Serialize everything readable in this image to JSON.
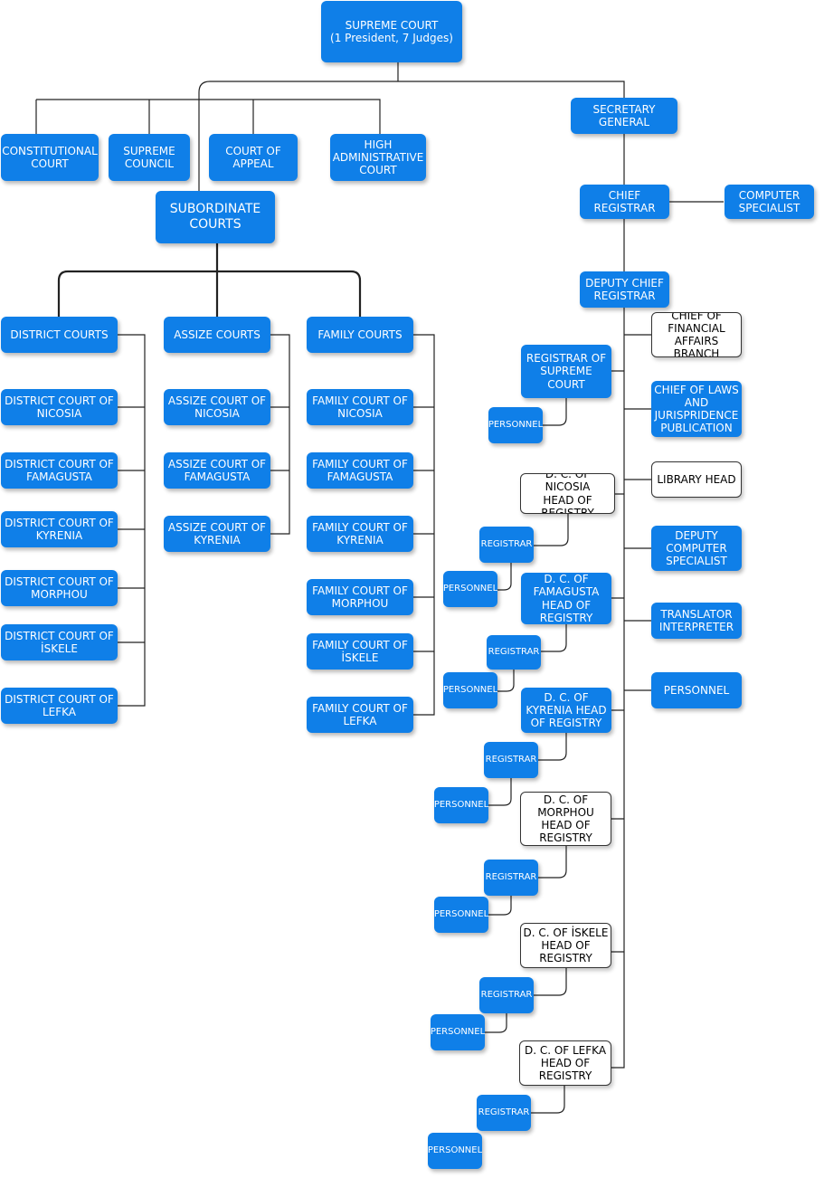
{
  "top": {
    "supreme_court": "SUPREME COURT\n(1 President, 7 Judges)",
    "constitutional_court": "CONSTITUTIONAL\nCOURT",
    "supreme_council": "SUPREME\nCOUNCIL",
    "court_of_appeal": "COURT OF\nAPPEAL",
    "high_administrative_court": "HIGH\nADMINISTRATIVE\nCOURT",
    "subordinate_courts": "SUBORDINATE\nCOURTS"
  },
  "district": {
    "header": "DISTRICT COURTS",
    "items": [
      "DISTRICT COURT OF\nNICOSIA",
      "DISTRICT COURT OF\nFAMAGUSTA",
      "DISTRICT COURT OF\nKYRENIA",
      "DISTRICT COURT OF\nMORPHOU",
      "DISTRICT COURT OF\nİSKELE",
      "DISTRICT COURT OF\nLEFKA"
    ]
  },
  "assize": {
    "header": "ASSIZE COURTS",
    "items": [
      "ASSIZE COURT OF\nNICOSIA",
      "ASSIZE COURT OF\nFAMAGUSTA",
      "ASSIZE COURT OF\nKYRENIA"
    ]
  },
  "family": {
    "header": "FAMILY COURTS",
    "items": [
      "FAMILY COURT OF\nNICOSIA",
      "FAMILY COURT OF\nFAMAGUSTA",
      "FAMILY COURT OF\nKYRENIA",
      "FAMILY COURT OF\nMORPHOU",
      "FAMILY COURT OF\nİSKELE",
      "FAMILY COURT OF\nLEFKA"
    ]
  },
  "admin": {
    "secretary_general": "SECRETARY\nGENERAL",
    "chief_registrar": "CHIEF\nREGISTRAR",
    "computer_specialist": "COMPUTER\nSPECIALIST",
    "deputy_chief_registrar": "DEPUTY CHIEF\nREGISTRAR",
    "right": [
      "CHIEF OF\nFINANCIAL\nAFFAIRS BRANCH",
      "CHIEF OF LAWS\nAND\nJURISPRIDENCE\nPUBLICATION",
      "LIBRARY HEAD",
      "DEPUTY\nCOMPUTER\nSPECIALIST",
      "TRANSLATOR\nINTERPRETER",
      "PERSONNEL"
    ],
    "registrar_of_supreme_court": "REGISTRAR OF\nSUPREME COURT",
    "personnel_label": "PERSONNEL",
    "registrar_label": "REGISTRAR",
    "registries": [
      "D. C. OF NICOSIA\nHEAD OF\nREGISTRY",
      "D. C. OF\nFAMAGUSTA\nHEAD OF\nREGISTRY",
      "D. C. OF\nKYRENIA HEAD\nOF REGISTRY",
      "D. C. OF\nMORPHOU\nHEAD OF\nREGISTRY",
      "D. C. OF İSKELE\nHEAD OF\nREGISTRY",
      "D. C. OF LEFKA\nHEAD OF\nREGISTRY"
    ]
  },
  "colors": {
    "box_blue": "#0f7fe8",
    "line": "#222222"
  }
}
